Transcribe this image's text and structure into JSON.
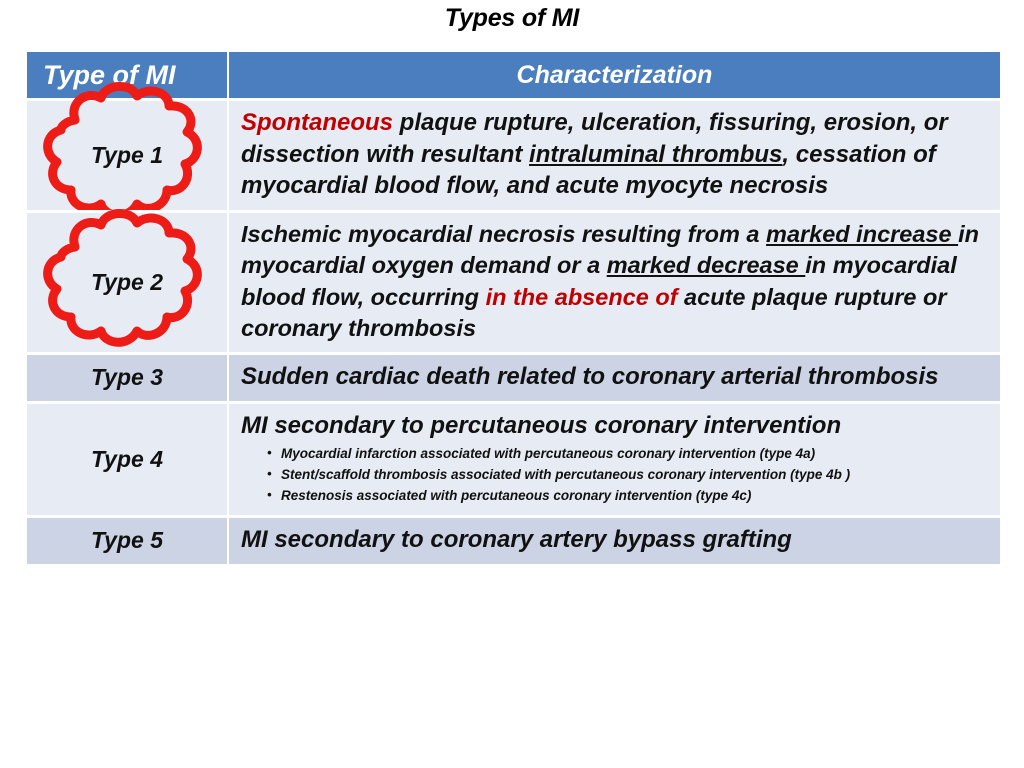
{
  "slide": {
    "title": "Types of MI"
  },
  "table": {
    "headers": {
      "type": "Type of MI",
      "characterization": "Characterization"
    },
    "header_bg": "#4a7ebe",
    "header_fg": "#ffffff",
    "row_light_bg": "#e7ebf4",
    "row_dark_bg": "#ccd3e5",
    "accent_red": "#c00000",
    "rows": [
      {
        "type_label": "Type 1",
        "annotated": true,
        "annotation": "red-cloud-outline",
        "shade": "light",
        "segments": [
          {
            "text": "Spontaneous",
            "style": "red"
          },
          {
            "text": " plaque rupture, ulceration, fissuring, erosion, or dissection with resultant ",
            "style": "plain"
          },
          {
            "text": "intraluminal thrombus",
            "style": "underline"
          },
          {
            "text": ", cessation of  myocardial blood flow, and acute myocyte necrosis",
            "style": "plain"
          }
        ],
        "plain_text": "Spontaneous plaque rupture, ulceration, fissuring, erosion, or dissection with resultant intraluminal thrombus, cessation of  myocardial blood flow, and acute myocyte necrosis"
      },
      {
        "type_label": "Type 2",
        "annotated": true,
        "annotation": "red-cloud-outline",
        "shade": "light",
        "segments": [
          {
            "text": "Ischemic myocardial necrosis resulting from a ",
            "style": "plain"
          },
          {
            "text": "marked increase ",
            "style": "underline"
          },
          {
            "text": "in myocardial oxygen demand or a ",
            "style": "plain"
          },
          {
            "text": "marked decrease ",
            "style": "underline"
          },
          {
            "text": "in myocardial blood flow, occurring ",
            "style": "plain"
          },
          {
            "text": "in the absence of",
            "style": "red"
          },
          {
            "text": " acute plaque rupture or coronary thrombosis",
            "style": "plain"
          }
        ],
        "plain_text": "Ischemic myocardial necrosis resulting from a marked increase in myocardial oxygen demand or a marked decrease in myocardial blood flow, occurring in the absence of acute plaque rupture or coronary thrombosis"
      },
      {
        "type_label": "Type 3",
        "annotated": false,
        "shade": "dark",
        "segments": [
          {
            "text": "Sudden cardiac death related to coronary arterial thrombosis",
            "style": "plain"
          }
        ],
        "plain_text": "Sudden cardiac death related to coronary arterial thrombosis"
      },
      {
        "type_label": "Type 4",
        "annotated": false,
        "shade": "light",
        "segments": [
          {
            "text": "MI secondary to percutaneous coronary intervention",
            "style": "plain"
          }
        ],
        "plain_text": "MI secondary to percutaneous coronary intervention",
        "bullets": [
          "Myocardial infarction associated with percutaneous coronary intervention (type 4a)",
          "Stent/scaffold thrombosis associated with percutaneous coronary intervention (type 4b )",
          "Restenosis associated with percutaneous coronary intervention (type 4c)"
        ]
      },
      {
        "type_label": "Type 5",
        "annotated": false,
        "shade": "dark",
        "segments": [
          {
            "text": "MI secondary to coronary artery bypass grafting",
            "style": "plain"
          }
        ],
        "plain_text": "MI secondary to coronary artery bypass grafting"
      }
    ]
  }
}
